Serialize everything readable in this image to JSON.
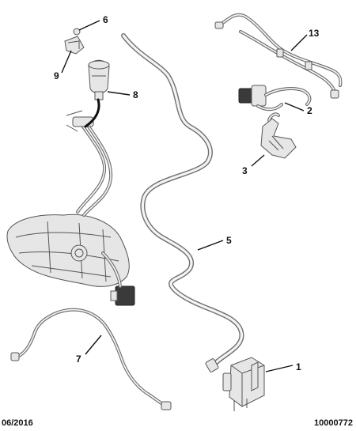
{
  "callouts": [
    {
      "id": "1",
      "label": "1"
    },
    {
      "id": "2",
      "label": "2"
    },
    {
      "id": "3",
      "label": "3"
    },
    {
      "id": "5",
      "label": "5"
    },
    {
      "id": "6",
      "label": "6"
    },
    {
      "id": "7",
      "label": "7"
    },
    {
      "id": "8",
      "label": "8"
    },
    {
      "id": "9",
      "label": "9"
    },
    {
      "id": "13",
      "label": "13"
    }
  ],
  "footer": {
    "date": "06/2016",
    "reference": "10000772"
  }
}
